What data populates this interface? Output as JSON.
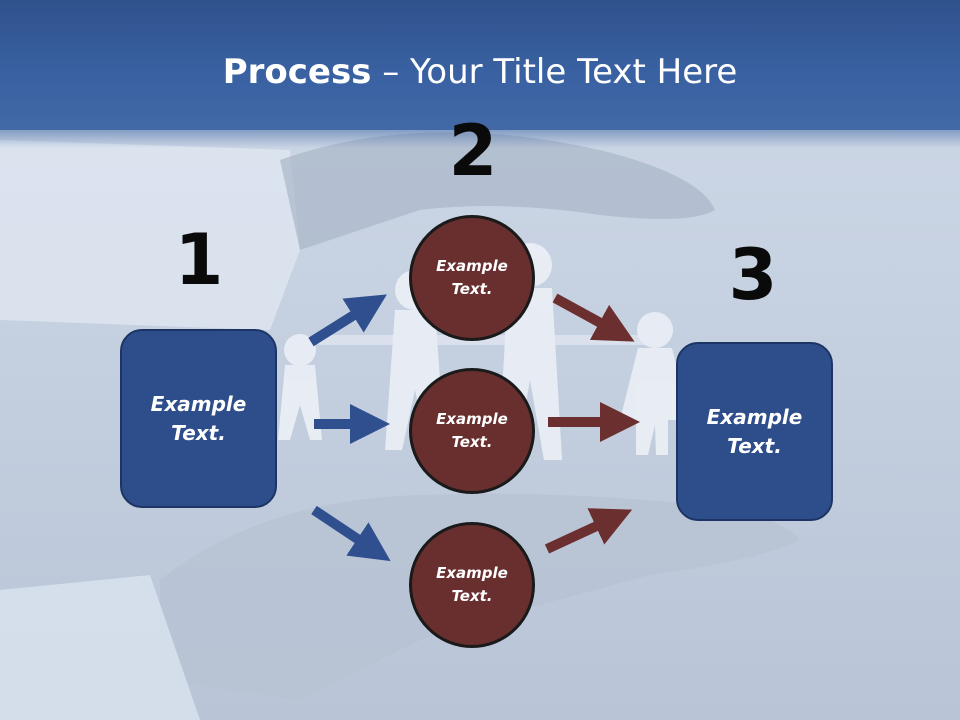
{
  "title": {
    "bold": "Process",
    "rest": " – Your Title Text Here"
  },
  "steps": {
    "one": {
      "number": "1",
      "text": "Example Text."
    },
    "two": {
      "number": "2",
      "circles": [
        "Example Text.",
        "Example Text.",
        "Example Text."
      ]
    },
    "three": {
      "number": "3",
      "text": "Example Text."
    }
  },
  "colors": {
    "header": "#3a62a3",
    "box_fill": "#2d4e8a",
    "circle_fill": "#692f2f",
    "blue_arrow": "#2f4f8e",
    "red_arrow": "#6b2f2f"
  }
}
